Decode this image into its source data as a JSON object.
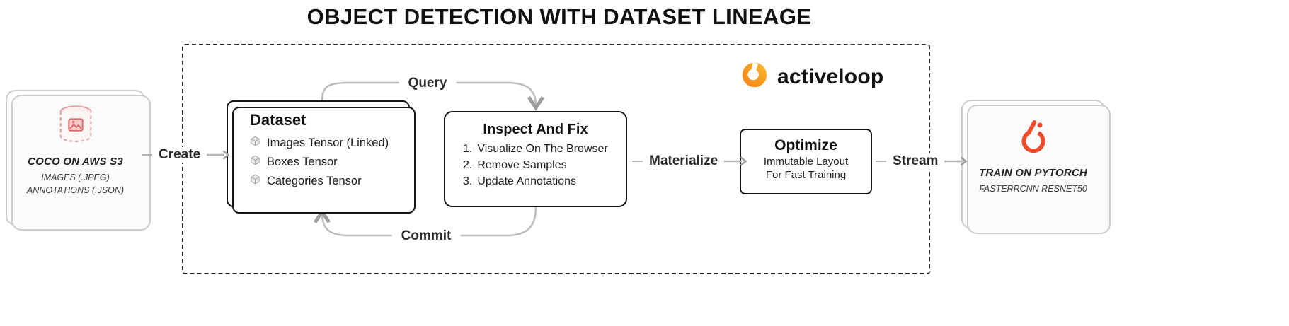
{
  "title": "OBJECT DETECTION WITH DATASET LINEAGE",
  "brand": {
    "name": "activeloop"
  },
  "source_card": {
    "title": "COCO ON AWS S3",
    "line1": "IMAGES (.JPEG)",
    "line2": "ANNOTATIONS (.JSON)"
  },
  "flow_labels": {
    "create": "Create",
    "query": "Query",
    "commit": "Commit",
    "materialize": "Materialize",
    "stream": "Stream"
  },
  "dataset_box": {
    "title": "Dataset",
    "items": [
      "Images Tensor (Linked)",
      "Boxes Tensor",
      "Categories Tensor"
    ]
  },
  "inspect_box": {
    "title": "Inspect And Fix",
    "items": [
      {
        "num": "1.",
        "label": "Visualize On The Browser"
      },
      {
        "num": "2.",
        "label": "Remove Samples"
      },
      {
        "num": "3.",
        "label": "Update Annotations"
      }
    ]
  },
  "optimize_box": {
    "title": "Optimize",
    "line1": "Immutable Layout",
    "line2": "For Fast Training"
  },
  "train_card": {
    "title": "TRAIN ON PYTORCH",
    "subtitle": "FASTERRCNN RESNET50"
  },
  "colors": {
    "pytorch_orange": "#ee4c2c",
    "activeloop_orange": "#f6821f",
    "arrow_gray": "#b5b5b5",
    "source_icon_red": "#d96b6b"
  }
}
